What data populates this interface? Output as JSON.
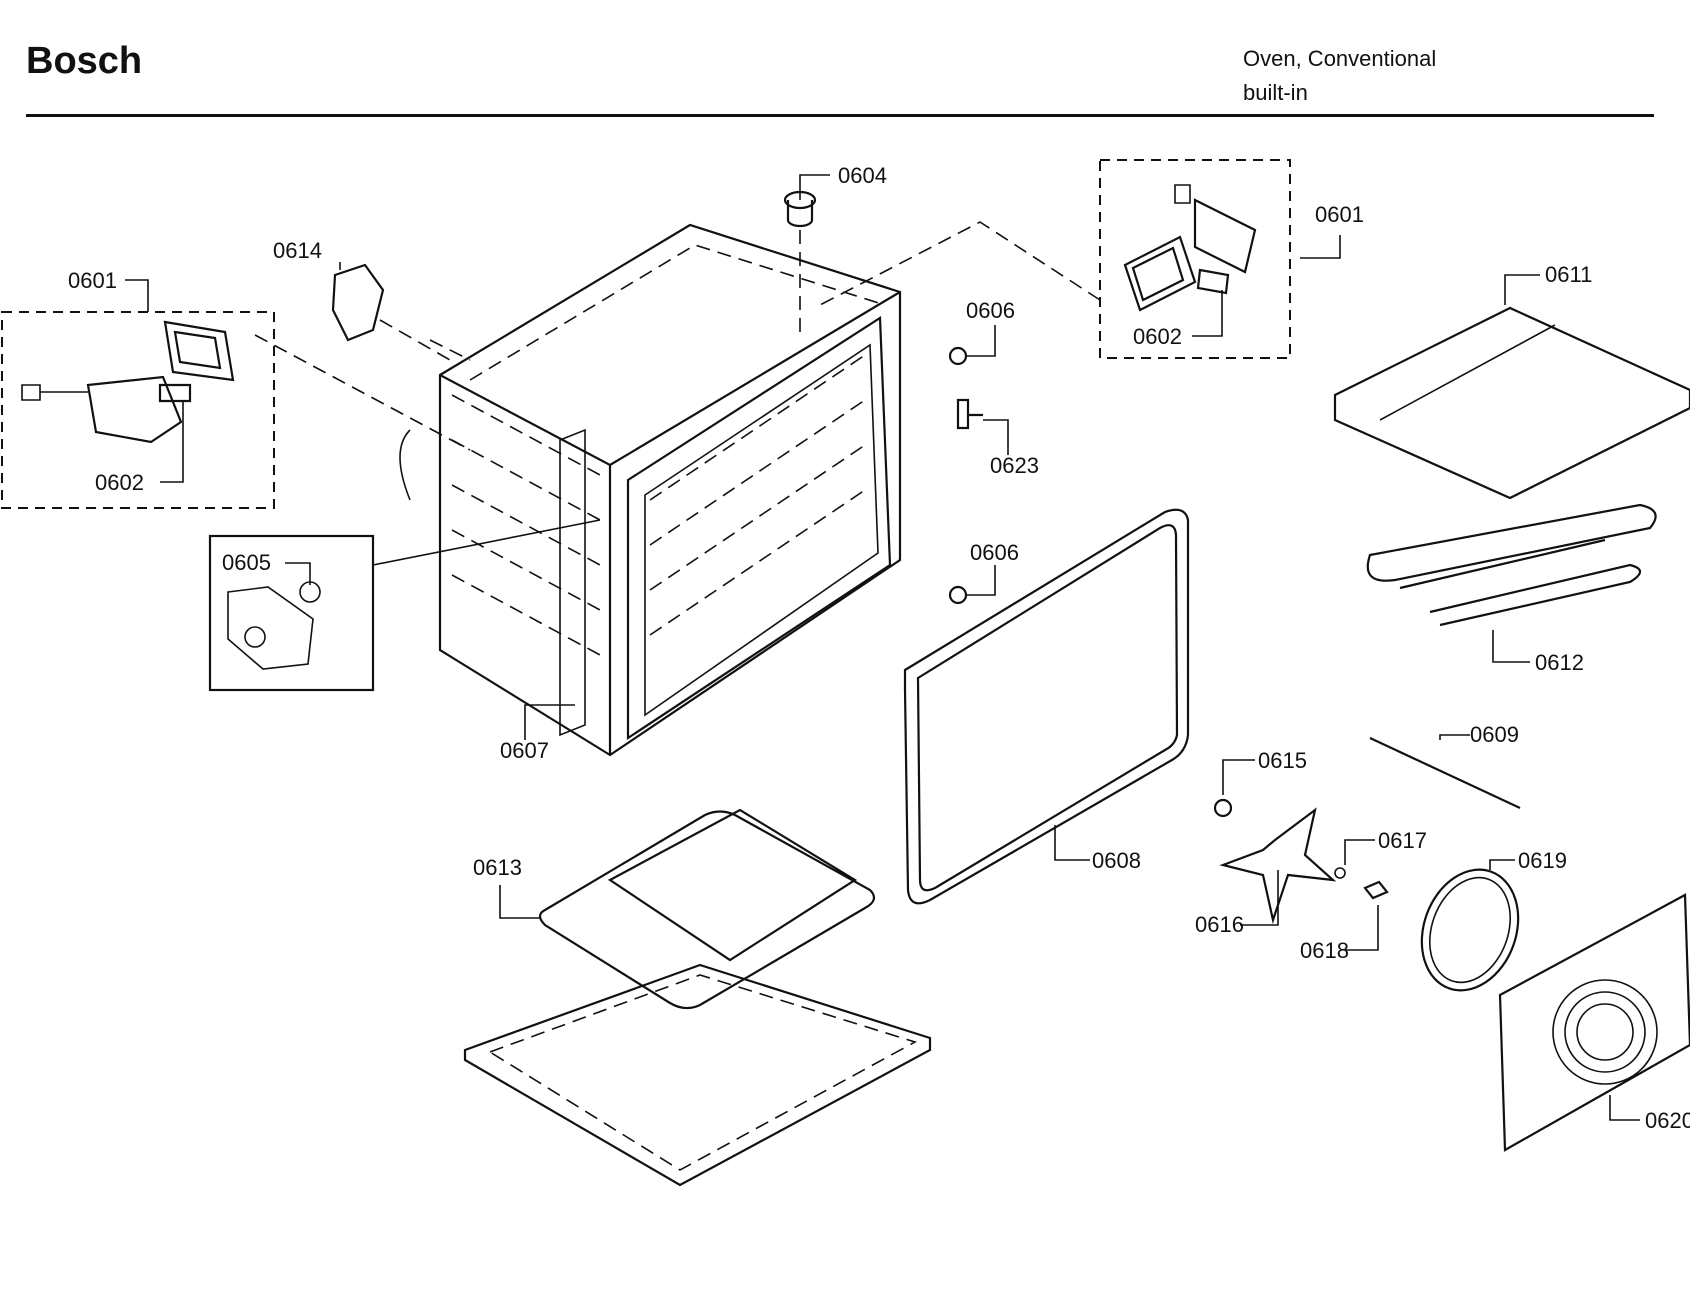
{
  "header": {
    "brand": "Bosch",
    "product_line1": "Oven, Conventional",
    "product_line2": "built-in"
  },
  "parts": {
    "p0601a": "0601",
    "p0601b": "0601",
    "p0602a": "0602",
    "p0602b": "0602",
    "p0604": "0604",
    "p0605": "0605",
    "p0606a": "0606",
    "p0606b": "0606",
    "p0607": "0607",
    "p0608": "0608",
    "p0609": "0609",
    "p0611": "0611",
    "p0612": "0612",
    "p0613": "0613",
    "p0614": "0614",
    "p0615": "0615",
    "p0616": "0616",
    "p0617": "0617",
    "p0618": "0618",
    "p0619": "0619",
    "p0620": "0620",
    "p0623": "0623"
  }
}
